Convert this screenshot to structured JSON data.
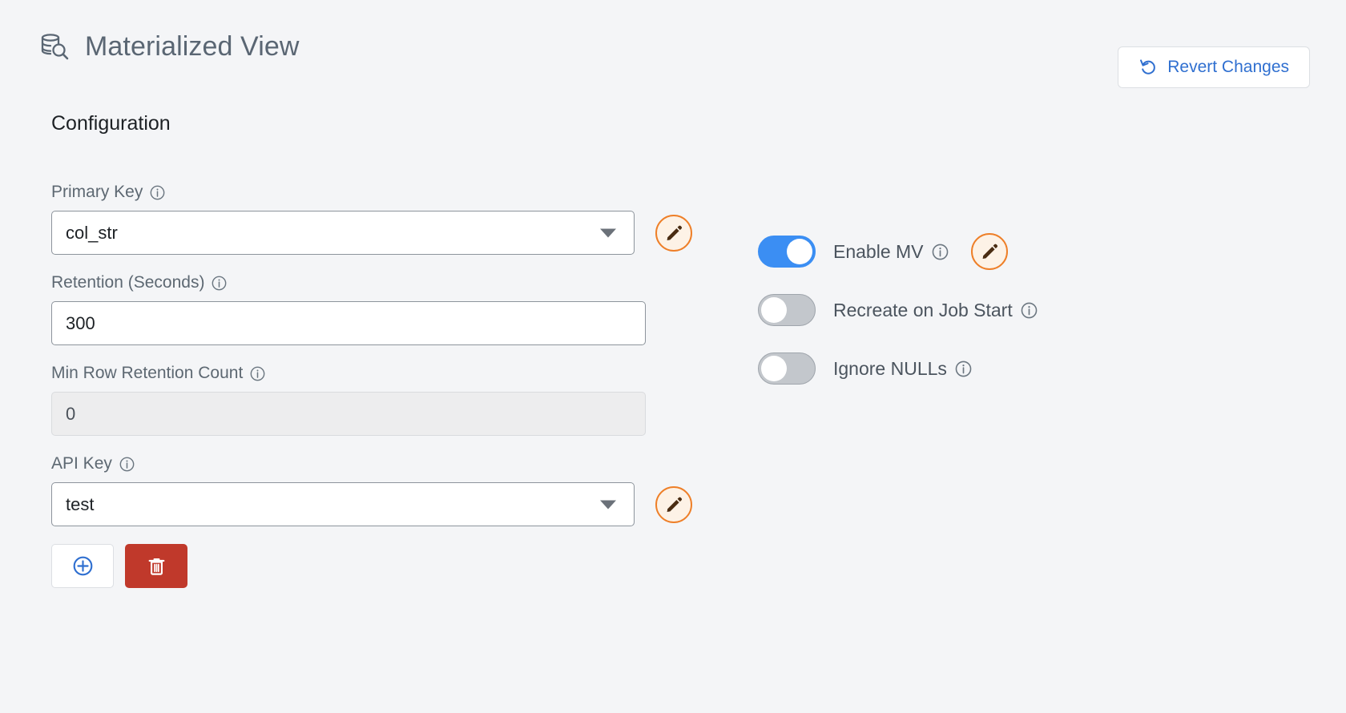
{
  "header": {
    "title": "Materialized View",
    "title_icon": "database-search-icon",
    "revert_button": {
      "label": "Revert Changes",
      "icon": "undo-arrow-icon",
      "color": "#2f6fd0"
    }
  },
  "section": {
    "heading": "Configuration"
  },
  "fields": [
    {
      "label": "Primary Key",
      "info_icon": "info-circle-icon",
      "type": "select",
      "value": "col_str",
      "disabled": false,
      "has_edit_button": true,
      "edit_icon": "pencil-icon"
    },
    {
      "label": "Retention (Seconds)",
      "info_icon": "info-circle-icon",
      "type": "text",
      "value": "300",
      "disabled": false,
      "has_edit_button": false
    },
    {
      "label": "Min Row Retention Count",
      "info_icon": "info-circle-icon",
      "type": "text",
      "value": "0",
      "disabled": true,
      "has_edit_button": false
    },
    {
      "label": "API Key",
      "info_icon": "info-circle-icon",
      "type": "select",
      "value": "test",
      "disabled": false,
      "has_edit_button": true,
      "edit_icon": "pencil-icon"
    }
  ],
  "actions": {
    "add": {
      "icon": "plus-circle-icon",
      "color": "#2f6fd0"
    },
    "delete": {
      "icon": "trash-icon",
      "color": "#c0392b"
    }
  },
  "toggles": [
    {
      "label": "Enable MV",
      "state": "on",
      "info_icon": "info-circle-icon",
      "has_edit_button": true,
      "edit_icon": "pencil-icon"
    },
    {
      "label": "Recreate on Job Start",
      "state": "off",
      "info_icon": "info-circle-icon",
      "has_edit_button": false
    },
    {
      "label": "Ignore NULLs",
      "state": "off",
      "info_icon": "info-circle-icon",
      "has_edit_button": false
    }
  ],
  "colors": {
    "background": "#f4f5f7",
    "accent_blue": "#3b8ef3",
    "link_blue": "#2f6fd0",
    "edit_orange": "#ee7f28",
    "danger_red": "#c0392b"
  }
}
